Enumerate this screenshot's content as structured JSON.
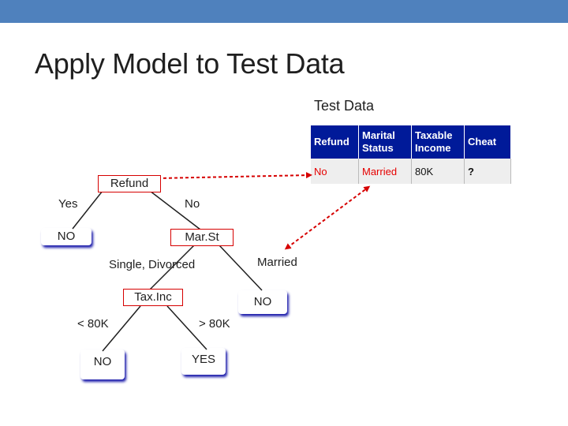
{
  "slide": {
    "title": "Apply Model to Test Data",
    "caption": "Test Data"
  },
  "test_table": {
    "headers": [
      "Refund",
      "Marital Status",
      "Taxable Income",
      "Cheat"
    ],
    "row": [
      "No",
      "Married",
      "80K",
      "?"
    ]
  },
  "tree": {
    "root": "Refund",
    "root_yes_label": "Yes",
    "root_no_label": "No",
    "leaf_refund_yes": "NO",
    "marst_node": "Mar.St",
    "marst_left_label": "Single, Divorced",
    "marst_right_label": "Married",
    "leaf_married": "NO",
    "taxinc_node": "Tax.Inc",
    "taxinc_left_label": "< 80K",
    "taxinc_right_label": "> 80K",
    "leaf_low_income": "NO",
    "leaf_high_income": "YES"
  },
  "colors": {
    "topbar": "#4f81bd",
    "table_header": "#001a99",
    "highlight": "#e60000",
    "node_border": "#d60000",
    "leaf_shadow": "#1a1aaa"
  }
}
